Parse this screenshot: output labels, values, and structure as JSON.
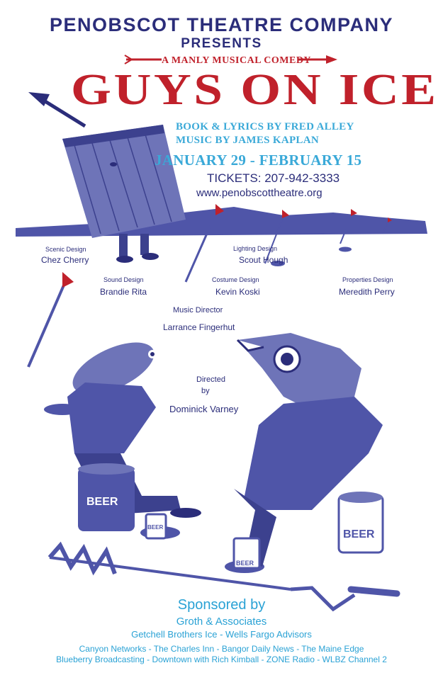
{
  "header": {
    "company": "PENOBSCOT THEATRE COMPANY",
    "presents": "PRESENTS",
    "tagline": "A MANLY MUSICAL COMEDY",
    "title": "GUYS ON ICE"
  },
  "credits": {
    "book": "BOOK & LYRICS BY FRED ALLEY",
    "music": "MUSIC BY JAMES KAPLAN",
    "dates": "JANUARY 29 - FEBRUARY 15",
    "tickets": "TICKETS: 207-942-3333",
    "website": "www.penobscottheatre.org"
  },
  "crew": {
    "scenic_role": "Scenic Design",
    "scenic_name": "Chez Cherry",
    "lighting_role": "Lighting Design",
    "lighting_name": "Scout Hough",
    "sound_role": "Sound Design",
    "sound_name": "Brandie Rita",
    "costume_role": "Costume Design",
    "costume_name": "Kevin Koski",
    "props_role": "Properties Design",
    "props_name": "Meredith Perry",
    "music_dir_role": "Music Director",
    "music_dir_name": "Larrance Fingerhut",
    "directed_1": "Directed",
    "directed_2": "by",
    "director_name": "Dominick Varney"
  },
  "art": {
    "beer_left": "BEER",
    "beer_cup": "BEER",
    "beer_right": "BEER",
    "colors": {
      "navy": "#2b2d7a",
      "illustration": "#4f55a8",
      "red": "#c0212b",
      "cyan": "#3aa9d8"
    }
  },
  "sponsors": {
    "heading": "Sponsored by",
    "line1": "Groth & Associates",
    "line2": "Getchell Brothers Ice - Wells Fargo Advisors",
    "line3": "Canyon Networks - The Charles Inn - Bangor Daily News - The Maine Edge",
    "line4": "Blueberry Broadcasting - Downtown with Rich Kimball - ZONE Radio - WLBZ Channel 2"
  }
}
